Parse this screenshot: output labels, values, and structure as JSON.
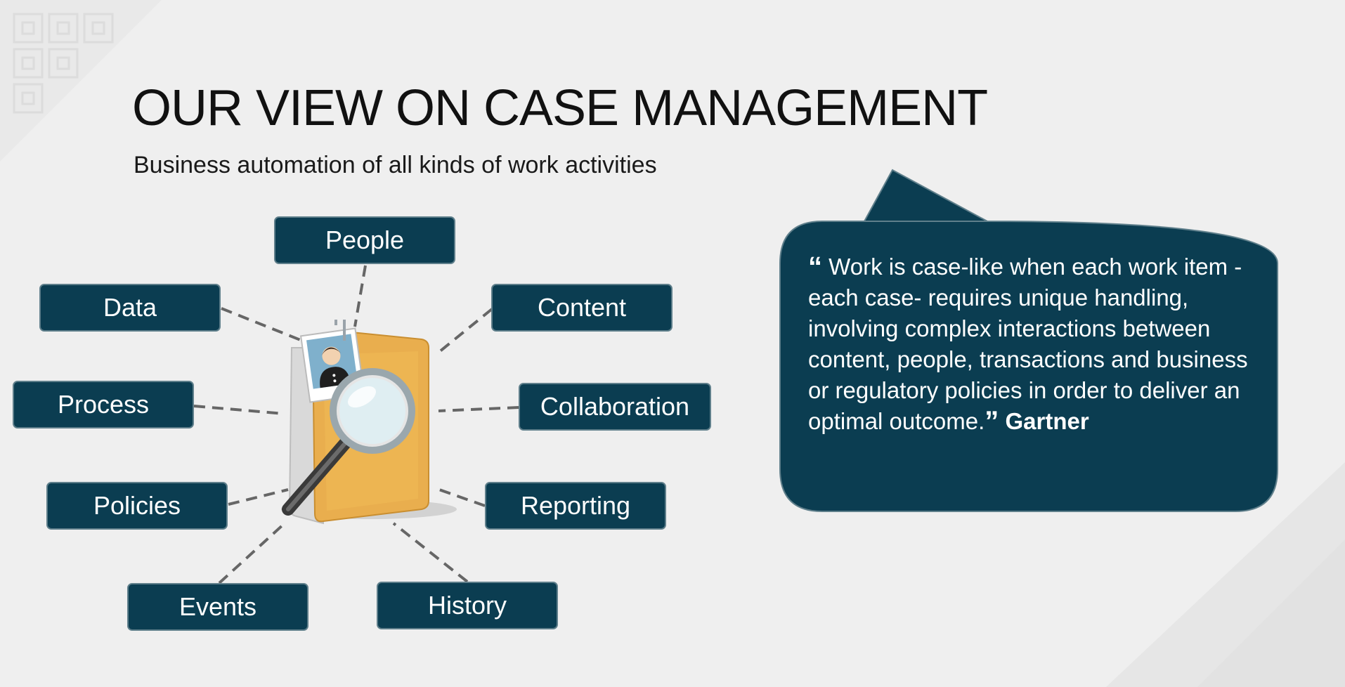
{
  "slide": {
    "title": "OUR VIEW ON CASE MANAGEMENT",
    "subtitle": "Business automation of all kinds of work activities"
  },
  "diagram": {
    "center_icon": "case-folder-magnifier-icon",
    "nodes": {
      "people": "People",
      "data": "Data",
      "content": "Content",
      "process": "Process",
      "collaboration": "Collaboration",
      "policies": "Policies",
      "reporting": "Reporting",
      "events": "Events",
      "history": "History"
    }
  },
  "quote": {
    "open_mark": "“",
    "text": "Work is case-like when each work item -each case- requires unique handling, involving complex interactions between content, people, transactions and business or regulatory policies in order to deliver an optimal outcome.",
    "close_mark": "”",
    "attribution": "Gartner"
  },
  "colors": {
    "accent": "#0b3d51",
    "background": "#efefef",
    "folder": "#e9ae4e"
  }
}
